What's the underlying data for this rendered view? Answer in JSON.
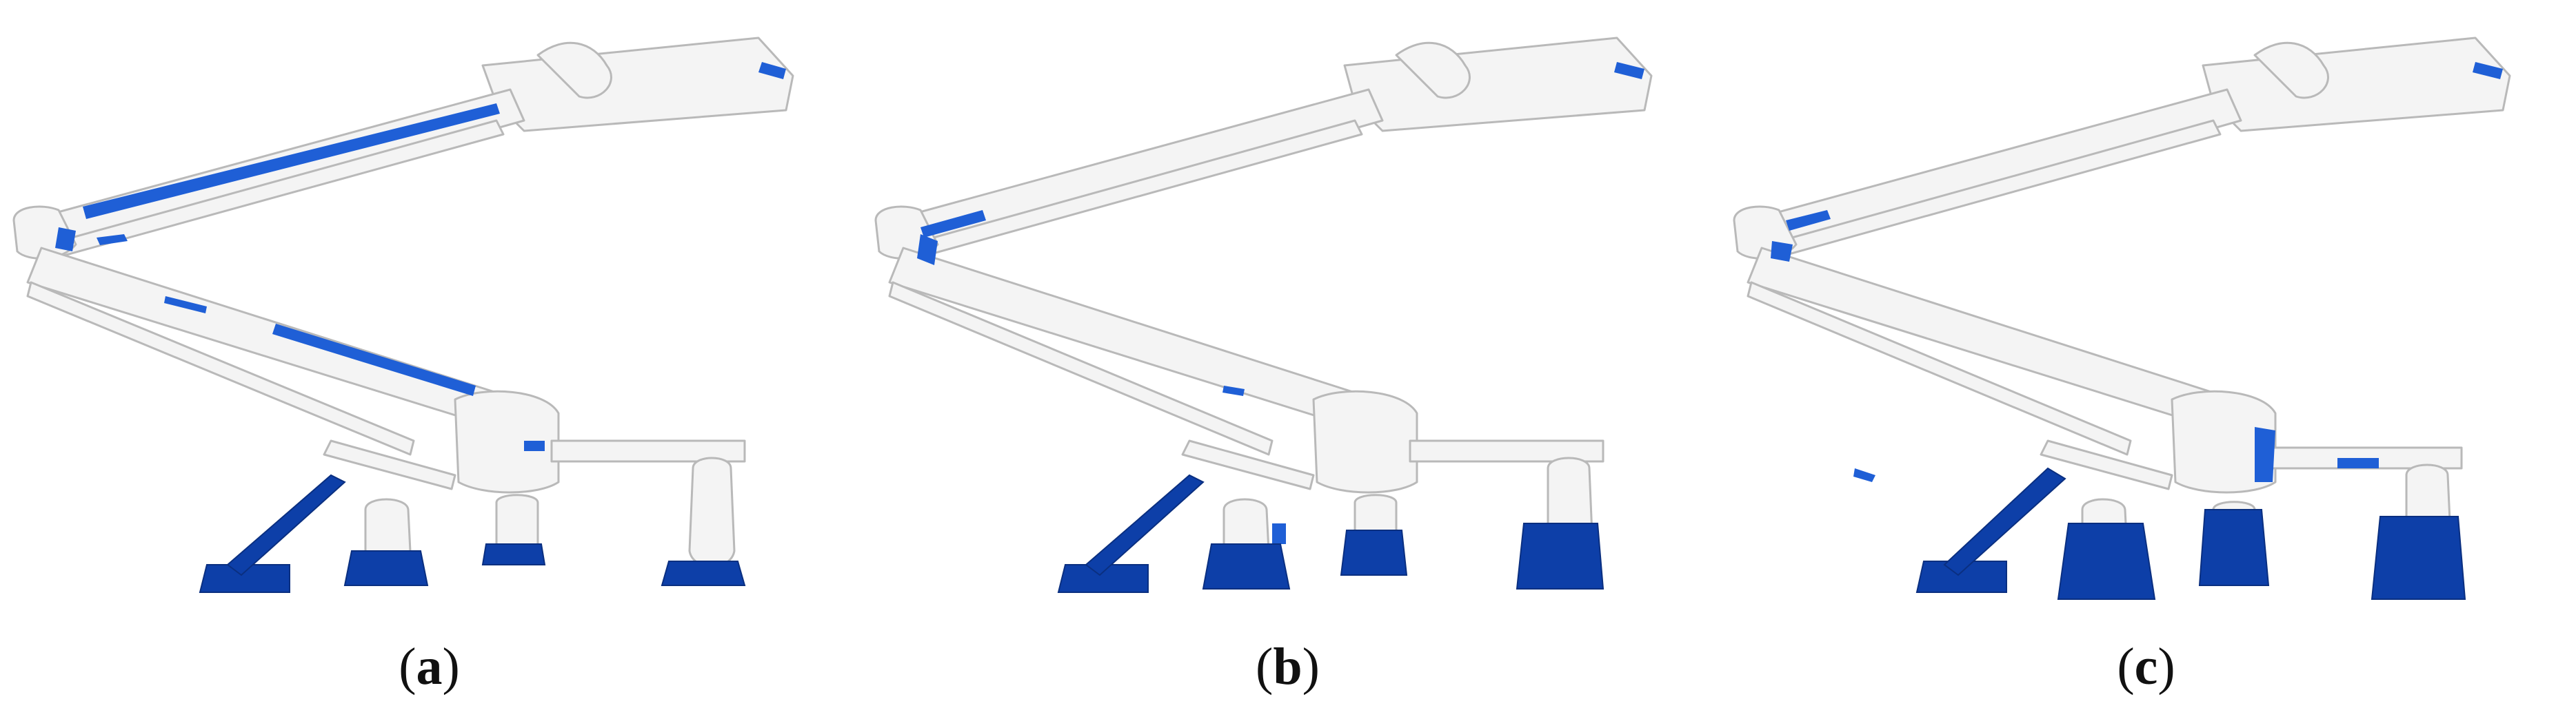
{
  "panels": [
    {
      "id": "a",
      "caption_open": "(",
      "caption_letter": "a",
      "caption_close": ")"
    },
    {
      "id": "b",
      "caption_open": "(",
      "caption_letter": "b",
      "caption_close": ")"
    },
    {
      "id": "c",
      "caption_open": "(",
      "caption_letter": "c",
      "caption_close": ")"
    }
  ],
  "colors": {
    "structure_fill": "#f4f4f4",
    "structure_stroke": "#b9b9b9",
    "highlight": "#1f5fd6",
    "highlight_dark": "#0d3fa8"
  }
}
